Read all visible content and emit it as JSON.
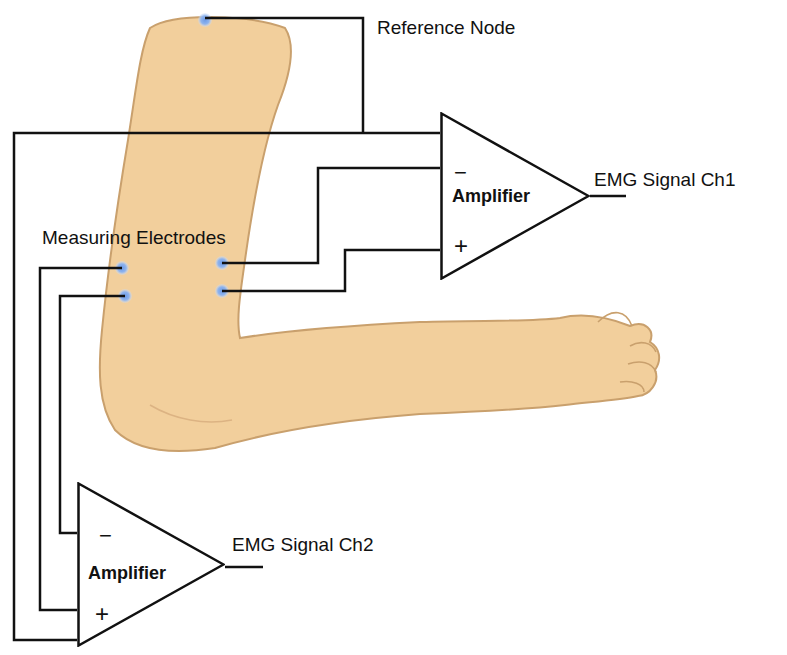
{
  "diagram": {
    "nodes": [
      {
        "text": [
          "−",
          "Amplifier",
          "+"
        ]
      },
      {
        "text": [
          "−",
          "Amplifier",
          "+"
        ]
      }
    ],
    "edges": [
      {
        "from": 0,
        "to": 1,
        "arrow": "none"
      }
    ],
    "labels": [
      "Reference Node",
      "Measuring Electrodes",
      "EMG Signal Ch1",
      "EMG Signal Ch2"
    ]
  }
}
